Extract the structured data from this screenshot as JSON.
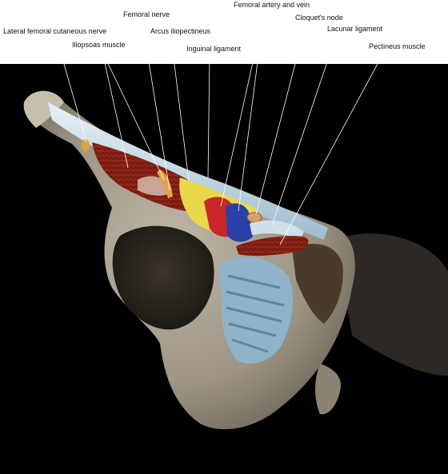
{
  "labels": {
    "lateral_femoral_cutaneous_nerve": "Lateral femoral cutaneous nerve",
    "femoral_nerve": "Femoral nerve",
    "femoral_artery_and_vein": "Femoral artery and vein",
    "cloquets_node": "Cloquet's  node",
    "lacunar_ligament": "Lacunar ligament",
    "iliopsoas_muscle": "Iliopsoas muscle",
    "arcus_iliopectineus": "Arcus iliopectineus",
    "inguinal_ligament": "Inguinal ligament",
    "pectineus_muscle": "Pectineus muscle"
  },
  "colors": {
    "background_top": "#ffffff",
    "background_bottom": "#000000",
    "bone": "#a59c8c",
    "muscle": "#7a1c12",
    "artery": "#c8262a",
    "vein": "#2a3fa8",
    "fat": "#e8d84a",
    "ligament": "#bcd4e2",
    "nerve": "#e0a446",
    "leader_line": "#ffffff"
  }
}
